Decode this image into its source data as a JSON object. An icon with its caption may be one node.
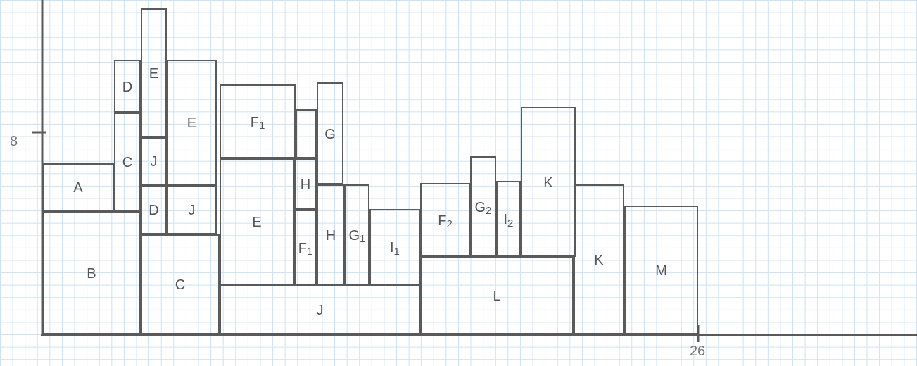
{
  "diagram": {
    "nodes": [
      {
        "text": [
          "D"
        ]
      },
      {
        "text": [
          "E"
        ]
      },
      {
        "text": [
          "E"
        ]
      },
      {
        "text": [
          "F$_{1}$"
        ]
      },
      {
        "text": [],
        "shape": "box"
      },
      {
        "text": [
          "G"
        ]
      },
      {
        "text": [
          "K"
        ]
      },
      {
        "text": [
          "C"
        ]
      },
      {
        "text": [
          "J"
        ]
      },
      {
        "text": [
          "G$_{2}$"
        ]
      },
      {
        "text": [
          "A"
        ]
      },
      {
        "text": [
          "H"
        ]
      },
      {
        "text": [
          "E"
        ]
      },
      {
        "text": [
          "I$_{2}$"
        ]
      },
      {
        "text": [
          "F$_{2}$"
        ]
      },
      {
        "text": [
          "K"
        ]
      },
      {
        "text": [
          "M"
        ]
      },
      {
        "text": [
          "D"
        ]
      },
      {
        "text": [
          "J"
        ]
      },
      {
        "text": [
          "H"
        ]
      },
      {
        "text": [
          "F$_{1}$"
        ]
      },
      {
        "text": [
          "G$_{1}$"
        ]
      },
      {
        "text": [
          "I$_{1}$"
        ]
      },
      {
        "text": [
          "B"
        ]
      },
      {
        "text": [
          "C"
        ]
      },
      {
        "text": [
          "L"
        ]
      },
      {
        "text": [
          "J"
        ]
      }
    ],
    "labels": [
      "8",
      "26"
    ]
  }
}
